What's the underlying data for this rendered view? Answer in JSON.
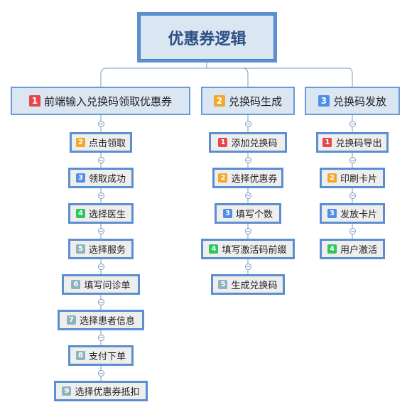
{
  "root": {
    "label": "优惠券逻辑"
  },
  "colors": {
    "red": "#e5474d",
    "orange": "#f3a72b",
    "blue": "#4f8ee8",
    "green": "#2ec75c",
    "gray": "#8fb3bd",
    "border": "#5b8fd0",
    "line": "#7a9cc6"
  },
  "branches": [
    {
      "label": "前端输入兑换码领取优惠券",
      "badge": "1",
      "badge_color": "red",
      "items": [
        {
          "badge": "2",
          "color": "orange",
          "label": "点击领取"
        },
        {
          "badge": "3",
          "color": "blue",
          "label": "领取成功"
        },
        {
          "badge": "4",
          "color": "green",
          "label": "选择医生"
        },
        {
          "badge": "5",
          "color": "gray",
          "label": "选择服务"
        },
        {
          "badge": "6",
          "color": "gray",
          "label": "填写问诊单"
        },
        {
          "badge": "7",
          "color": "gray",
          "label": "选择患者信息"
        },
        {
          "badge": "8",
          "color": "gray",
          "label": "支付下单"
        },
        {
          "badge": "9",
          "color": "gray",
          "label": "选择优惠券抵扣"
        }
      ]
    },
    {
      "label": "兑换码生成",
      "badge": "2",
      "badge_color": "orange",
      "items": [
        {
          "badge": "1",
          "color": "red",
          "label": "添加兑换码"
        },
        {
          "badge": "2",
          "color": "orange",
          "label": "选择优惠券"
        },
        {
          "badge": "3",
          "color": "blue",
          "label": "填写个数"
        },
        {
          "badge": "4",
          "color": "green",
          "label": "填写激活码前缀"
        },
        {
          "badge": "5",
          "color": "gray",
          "label": "生成兑换码"
        }
      ]
    },
    {
      "label": "兑换码发放",
      "badge": "3",
      "badge_color": "blue",
      "items": [
        {
          "badge": "1",
          "color": "red",
          "label": "兑换码导出"
        },
        {
          "badge": "2",
          "color": "orange",
          "label": "印刷卡片"
        },
        {
          "badge": "3",
          "color": "blue",
          "label": "发放卡片"
        },
        {
          "badge": "4",
          "color": "green",
          "label": "用户激活"
        }
      ]
    }
  ]
}
